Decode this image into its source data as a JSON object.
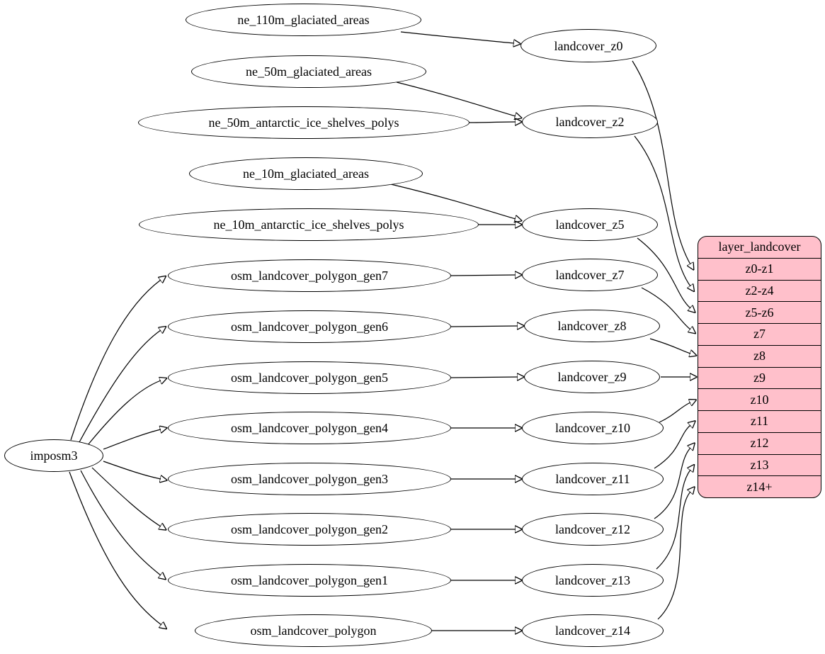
{
  "diagram": {
    "kind": "dependency-graph",
    "colors": {
      "background": "#ffffff",
      "node_fill": "#ffffff",
      "node_stroke": "#000000",
      "edge": "#000000",
      "record_fill": "#ffc0cb"
    }
  },
  "nodes": {
    "imposm3": {
      "label": "imposm3"
    },
    "ne_110m_glaciated_areas": {
      "label": "ne_110m_glaciated_areas"
    },
    "ne_50m_glaciated_areas": {
      "label": "ne_50m_glaciated_areas"
    },
    "ne_50m_antarctic_ice_shelves_polys": {
      "label": "ne_50m_antarctic_ice_shelves_polys"
    },
    "ne_10m_glaciated_areas": {
      "label": "ne_10m_glaciated_areas"
    },
    "ne_10m_antarctic_ice_shelves_polys": {
      "label": "ne_10m_antarctic_ice_shelves_polys"
    },
    "osm_landcover_polygon_gen7": {
      "label": "osm_landcover_polygon_gen7"
    },
    "osm_landcover_polygon_gen6": {
      "label": "osm_landcover_polygon_gen6"
    },
    "osm_landcover_polygon_gen5": {
      "label": "osm_landcover_polygon_gen5"
    },
    "osm_landcover_polygon_gen4": {
      "label": "osm_landcover_polygon_gen4"
    },
    "osm_landcover_polygon_gen3": {
      "label": "osm_landcover_polygon_gen3"
    },
    "osm_landcover_polygon_gen2": {
      "label": "osm_landcover_polygon_gen2"
    },
    "osm_landcover_polygon_gen1": {
      "label": "osm_landcover_polygon_gen1"
    },
    "osm_landcover_polygon": {
      "label": "osm_landcover_polygon"
    },
    "landcover_z0": {
      "label": "landcover_z0"
    },
    "landcover_z2": {
      "label": "landcover_z2"
    },
    "landcover_z5": {
      "label": "landcover_z5"
    },
    "landcover_z7": {
      "label": "landcover_z7"
    },
    "landcover_z8": {
      "label": "landcover_z8"
    },
    "landcover_z9": {
      "label": "landcover_z9"
    },
    "landcover_z10": {
      "label": "landcover_z10"
    },
    "landcover_z11": {
      "label": "landcover_z11"
    },
    "landcover_z12": {
      "label": "landcover_z12"
    },
    "landcover_z13": {
      "label": "landcover_z13"
    },
    "landcover_z14": {
      "label": "landcover_z14"
    }
  },
  "record": {
    "title": "layer_landcover",
    "rows": [
      "z0-z1",
      "z2-z4",
      "z5-z6",
      "z7",
      "z8",
      "z9",
      "z10",
      "z11",
      "z12",
      "z13",
      "z14+"
    ]
  },
  "edges": [
    {
      "from": "ne_110m_glaciated_areas",
      "to": "landcover_z0"
    },
    {
      "from": "ne_50m_glaciated_areas",
      "to": "landcover_z2"
    },
    {
      "from": "ne_50m_antarctic_ice_shelves_polys",
      "to": "landcover_z2"
    },
    {
      "from": "ne_10m_glaciated_areas",
      "to": "landcover_z5"
    },
    {
      "from": "ne_10m_antarctic_ice_shelves_polys",
      "to": "landcover_z5"
    },
    {
      "from": "imposm3",
      "to": "osm_landcover_polygon_gen7"
    },
    {
      "from": "imposm3",
      "to": "osm_landcover_polygon_gen6"
    },
    {
      "from": "imposm3",
      "to": "osm_landcover_polygon_gen5"
    },
    {
      "from": "imposm3",
      "to": "osm_landcover_polygon_gen4"
    },
    {
      "from": "imposm3",
      "to": "osm_landcover_polygon_gen3"
    },
    {
      "from": "imposm3",
      "to": "osm_landcover_polygon_gen2"
    },
    {
      "from": "imposm3",
      "to": "osm_landcover_polygon_gen1"
    },
    {
      "from": "imposm3",
      "to": "osm_landcover_polygon"
    },
    {
      "from": "osm_landcover_polygon_gen7",
      "to": "landcover_z7"
    },
    {
      "from": "osm_landcover_polygon_gen6",
      "to": "landcover_z8"
    },
    {
      "from": "osm_landcover_polygon_gen5",
      "to": "landcover_z9"
    },
    {
      "from": "osm_landcover_polygon_gen4",
      "to": "landcover_z10"
    },
    {
      "from": "osm_landcover_polygon_gen3",
      "to": "landcover_z11"
    },
    {
      "from": "osm_landcover_polygon_gen2",
      "to": "landcover_z12"
    },
    {
      "from": "osm_landcover_polygon_gen1",
      "to": "landcover_z13"
    },
    {
      "from": "osm_landcover_polygon",
      "to": "landcover_z14"
    },
    {
      "from": "landcover_z0",
      "to": "layer_landcover",
      "to_row": "z0-z1"
    },
    {
      "from": "landcover_z2",
      "to": "layer_landcover",
      "to_row": "z2-z4"
    },
    {
      "from": "landcover_z5",
      "to": "layer_landcover",
      "to_row": "z5-z6"
    },
    {
      "from": "landcover_z7",
      "to": "layer_landcover",
      "to_row": "z7"
    },
    {
      "from": "landcover_z8",
      "to": "layer_landcover",
      "to_row": "z8"
    },
    {
      "from": "landcover_z9",
      "to": "layer_landcover",
      "to_row": "z9"
    },
    {
      "from": "landcover_z10",
      "to": "layer_landcover",
      "to_row": "z10"
    },
    {
      "from": "landcover_z11",
      "to": "layer_landcover",
      "to_row": "z11"
    },
    {
      "from": "landcover_z12",
      "to": "layer_landcover",
      "to_row": "z12"
    },
    {
      "from": "landcover_z13",
      "to": "layer_landcover",
      "to_row": "z13"
    },
    {
      "from": "landcover_z14",
      "to": "layer_landcover",
      "to_row": "z14+"
    }
  ]
}
